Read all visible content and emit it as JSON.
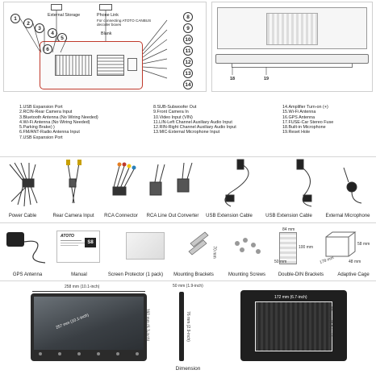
{
  "top_diagram": {
    "ext_storage": "External Storage",
    "phone_link": "Phone Link",
    "phone_link_note": "For connecting ATOTO CANBUS decoder boxes",
    "blank": "Blank",
    "left_numbers": [
      "1",
      "2",
      "3",
      "4",
      "5"
    ],
    "right_numbers": [
      "8",
      "9",
      "10",
      "11",
      "12",
      "13",
      "14"
    ],
    "unit_number": "6",
    "side_labels": [
      "18",
      "19"
    ]
  },
  "legend": {
    "col1": [
      "1.USB Expansion Port",
      "2.RCIN-Rear Camera Input",
      "3.Bluetooth Antenna (No Wiring Needed)",
      "4.Wi-Fi Antenna (No Wiring Needed)",
      "5.Parking Brake(-)",
      "6.FM/ANT-Radio Antenna Input",
      "7.USB Expansion Port"
    ],
    "col2": [
      "8.SUB-Subwoofer Out",
      "9.Front Camera In",
      "10.Video Input (VIN)",
      "11.LIN-Left Channel Auxiliary Audio Input",
      "12.RIN-Right Channel Auxiliary Audio Input",
      "13.MIC-External Microphone Input"
    ],
    "col3": [
      "14.Amplifier Turn-on (+)",
      "15.Wi-Fi Antenna",
      "16.GPS Antenna",
      "17.FUSE-Car Stereo Fuse",
      "18.Built-in Microphone",
      "19.Reset Hole"
    ]
  },
  "accessories_row1": [
    "Power Cable",
    "Rear Camera Input",
    "RCA Connector",
    "RCA Line Out Converter",
    "USB Extension Cable",
    "USB Extension Cable",
    "External Microphone"
  ],
  "accessories_row2": [
    "GPS Antenna",
    "Manual",
    "Screen Protector (1 pack)",
    "Mounting Brackets",
    "Mounting Screws",
    "Double-DIN Brackets",
    "Adaptive Cage"
  ],
  "brand": "ATOTO",
  "manual_badge": "S8",
  "bracket_dims": {
    "w": "84 mm",
    "h": "100 mm",
    "len": "50 mm",
    "cage_h": "58 mm",
    "cage_w": "178 mm",
    "cage_d": "48 mm",
    "mb": "70 mm"
  },
  "dimension": {
    "title": "Dimension",
    "width": "258 mm (10.1-inch)",
    "height": "160 mm (6.3-inch)",
    "diag": "257 mm (10.1-inch)",
    "depth": "50 mm (1.9-inch)",
    "side_h": "76 mm (2.9-inch)",
    "back_w": "172 mm (6.7-inch)",
    "back_h": "98 mm (3.9-inch)"
  },
  "colors": {
    "accent_red": "#c0392b",
    "screen": "#3a3f44",
    "dark": "#222222"
  }
}
